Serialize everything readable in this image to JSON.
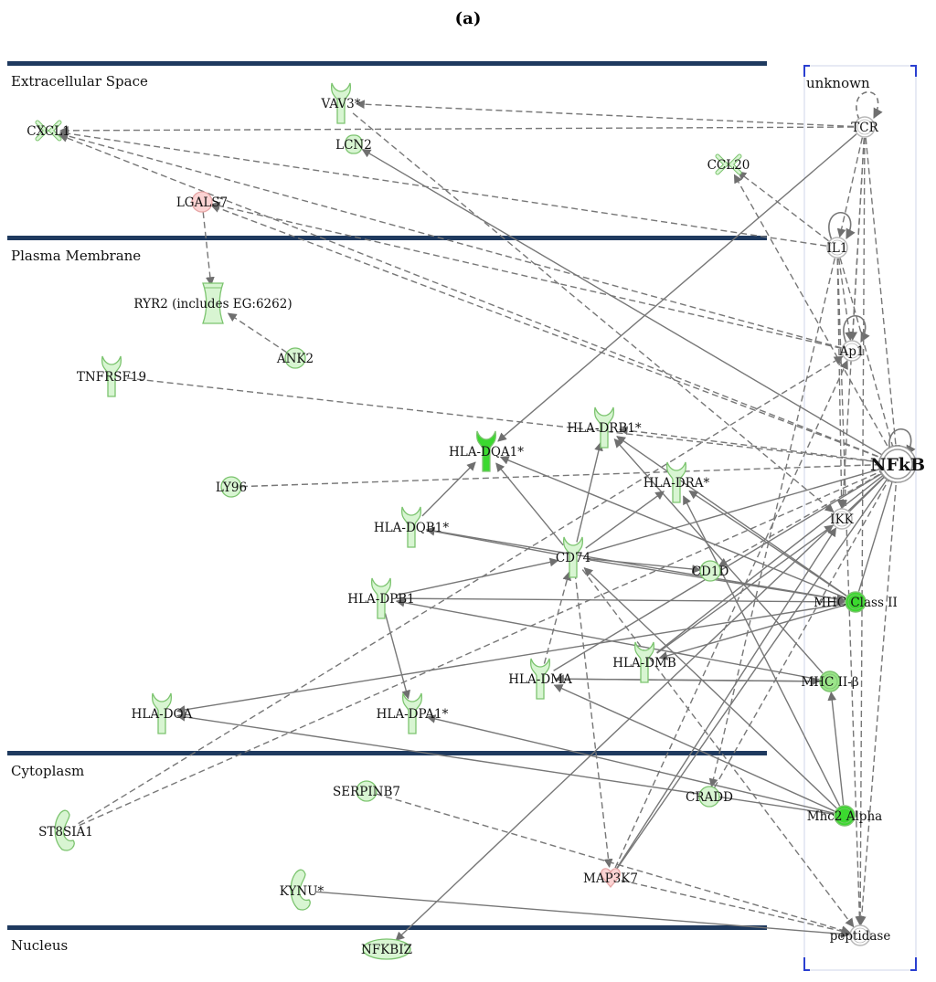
{
  "figure_label": "(a)",
  "colors": {
    "band": "#1f3a5f",
    "edge": "#777777",
    "node_pale": "#d8f5d2",
    "node_mid": "#9be58a",
    "node_strong": "#3bd92f",
    "node_red": "#fbd3d3",
    "node_empty": "#ffffff",
    "node_stroke": "#7cc46f",
    "frame": "#2a3fd0"
  },
  "compartments": [
    {
      "id": "extracellular",
      "label": "Extracellular Space"
    },
    {
      "id": "plasma",
      "label": "Plasma Membrane"
    },
    {
      "id": "cytoplasm",
      "label": "Cytoplasm"
    },
    {
      "id": "nucleus",
      "label": "Nucleus"
    }
  ],
  "unknown_label": "unknown",
  "nodes": [
    {
      "id": "VAV3",
      "label": "VAV3*",
      "shape": "receptor",
      "fill": "node_pale"
    },
    {
      "id": "CXCL1",
      "label": "CXCL1",
      "shape": "cytokine",
      "fill": "node_pale"
    },
    {
      "id": "LCN2",
      "label": "LCN2",
      "shape": "transporter",
      "fill": "node_pale"
    },
    {
      "id": "CCL20",
      "label": "CCL20",
      "shape": "cytokine",
      "fill": "node_pale"
    },
    {
      "id": "LGALS7",
      "label": "LGALS7",
      "shape": "circle",
      "fill": "node_red"
    },
    {
      "id": "TCR",
      "label": "TCR",
      "shape": "complex",
      "fill": "node_empty"
    },
    {
      "id": "IL1",
      "label": "IL1",
      "shape": "complex",
      "fill": "node_empty"
    },
    {
      "id": "RYR2",
      "label": "RYR2 (includes EG:6262)",
      "shape": "channel",
      "fill": "node_pale"
    },
    {
      "id": "ANK2",
      "label": "ANK2",
      "shape": "circle",
      "fill": "node_pale"
    },
    {
      "id": "AP1",
      "label": "Ap1",
      "shape": "complex",
      "fill": "node_empty"
    },
    {
      "id": "TNFRSF19",
      "label": "TNFRSF19",
      "shape": "receptor",
      "fill": "node_pale"
    },
    {
      "id": "HLA_DRB1",
      "label": "HLA-DRB1*",
      "shape": "receptor",
      "fill": "node_pale"
    },
    {
      "id": "HLA_DQA1",
      "label": "HLA-DQA1*",
      "shape": "receptor",
      "fill": "node_strong"
    },
    {
      "id": "NFKB",
      "label": "NFkB",
      "shape": "complex",
      "fill": "node_empty"
    },
    {
      "id": "HLA_DRA",
      "label": "HLA-DRA*",
      "shape": "receptor",
      "fill": "node_pale"
    },
    {
      "id": "LY96",
      "label": "LY96",
      "shape": "circle",
      "fill": "node_pale"
    },
    {
      "id": "IKK",
      "label": "IKK",
      "shape": "complex",
      "fill": "node_empty"
    },
    {
      "id": "HLA_DQB1",
      "label": "HLA-DQB1*",
      "shape": "receptor",
      "fill": "node_pale"
    },
    {
      "id": "CD74",
      "label": "CD74",
      "shape": "receptor",
      "fill": "node_pale"
    },
    {
      "id": "CD1D",
      "label": "CD1D",
      "shape": "circle",
      "fill": "node_pale"
    },
    {
      "id": "HLA_DPB1",
      "label": "HLA-DPB1",
      "shape": "receptor",
      "fill": "node_pale"
    },
    {
      "id": "MHC2",
      "label": "MHC Class II",
      "shape": "complex",
      "fill": "node_strong"
    },
    {
      "id": "HLA_DMB",
      "label": "HLA-DMB",
      "shape": "receptor",
      "fill": "node_pale"
    },
    {
      "id": "HLA_DMA",
      "label": "HLA-DMA",
      "shape": "receptor",
      "fill": "node_pale"
    },
    {
      "id": "MHCIIB",
      "label": "MHC II-β",
      "shape": "complex",
      "fill": "node_mid"
    },
    {
      "id": "HLA_DOA",
      "label": "HLA-DOA",
      "shape": "receptor",
      "fill": "node_pale"
    },
    {
      "id": "HLA_DPA1",
      "label": "HLA-DPA1*",
      "shape": "receptor",
      "fill": "node_pale"
    },
    {
      "id": "SERPINB7",
      "label": "SERPINB7",
      "shape": "circle",
      "fill": "node_pale"
    },
    {
      "id": "CRADD",
      "label": "CRADD",
      "shape": "circle",
      "fill": "node_pale"
    },
    {
      "id": "MHC2A",
      "label": "Mhc2 Alpha",
      "shape": "complex",
      "fill": "node_strong"
    },
    {
      "id": "ST8SIA1",
      "label": "ST8SIA1",
      "shape": "enzyme",
      "fill": "node_pale"
    },
    {
      "id": "MAP3K7",
      "label": "MAP3K7",
      "shape": "kinase",
      "fill": "node_red"
    },
    {
      "id": "KYNU",
      "label": "KYNU*",
      "shape": "enzyme",
      "fill": "node_pale"
    },
    {
      "id": "PEPTIDASE",
      "label": "peptidase",
      "shape": "complex",
      "fill": "node_empty"
    },
    {
      "id": "NFKBIZ",
      "label": "NFKBIZ",
      "shape": "tf",
      "fill": "node_pale"
    }
  ],
  "edges": [
    {
      "from": "TCR",
      "to": "VAV3",
      "style": "dashed"
    },
    {
      "from": "TCR",
      "to": "TCR",
      "style": "dashed",
      "self": true
    },
    {
      "from": "IL1",
      "to": "IL1",
      "style": "solid",
      "self": true
    },
    {
      "from": "NFKB",
      "to": "NFKB",
      "style": "solid",
      "self": true
    },
    {
      "from": "AP1",
      "to": "AP1",
      "style": "solid",
      "self": true
    },
    {
      "from": "TCR",
      "to": "CXCL1",
      "style": "dashed"
    },
    {
      "from": "IL1",
      "to": "CXCL1",
      "style": "dashed"
    },
    {
      "from": "NFKB",
      "to": "CXCL1",
      "style": "dashed"
    },
    {
      "from": "AP1",
      "to": "CXCL1",
      "style": "dashed"
    },
    {
      "from": "NFKB",
      "to": "LCN2",
      "style": "solid"
    },
    {
      "from": "IL1",
      "to": "CCL20",
      "style": "dashed"
    },
    {
      "from": "NFKB",
      "to": "CCL20",
      "style": "dashed"
    },
    {
      "from": "LGALS7",
      "to": "RYR2",
      "style": "dashed"
    },
    {
      "from": "NFKB",
      "to": "LGALS7",
      "style": "dashed"
    },
    {
      "from": "AP1",
      "to": "LGALS7",
      "style": "dashed"
    },
    {
      "from": "VAV3",
      "to": "IKK",
      "style": "dashed"
    },
    {
      "from": "ANK2",
      "to": "RYR2",
      "style": "dashed"
    },
    {
      "from": "TNFRSF19",
      "to": "NFKB",
      "style": "dashed"
    },
    {
      "from": "LY96",
      "to": "NFKB",
      "style": "dashed"
    },
    {
      "from": "TCR",
      "to": "AP1",
      "style": "dashed"
    },
    {
      "from": "TCR",
      "to": "IL1",
      "style": "dashed"
    },
    {
      "from": "TCR",
      "to": "NFKB",
      "style": "dashed"
    },
    {
      "from": "TCR",
      "to": "IKK",
      "style": "dashed"
    },
    {
      "from": "TCR",
      "to": "PEPTIDASE",
      "style": "dashed"
    },
    {
      "from": "IL1",
      "to": "AP1",
      "style": "dashed"
    },
    {
      "from": "IL1",
      "to": "NFKB",
      "style": "dashed"
    },
    {
      "from": "IL1",
      "to": "IKK",
      "style": "dashed"
    },
    {
      "from": "IL1",
      "to": "CRADD",
      "style": "dashed"
    },
    {
      "from": "IKK",
      "to": "NFKB",
      "style": "solid"
    },
    {
      "from": "NFKB",
      "to": "PEPTIDASE",
      "style": "dashed"
    },
    {
      "from": "IL1",
      "to": "PEPTIDASE",
      "style": "dashed"
    },
    {
      "from": "MHC2",
      "to": "NFKB",
      "style": "solid"
    },
    {
      "from": "MHC2",
      "to": "HLA_DRB1",
      "style": "solid"
    },
    {
      "from": "MHC2",
      "to": "HLA_DQA1",
      "style": "solid"
    },
    {
      "from": "MHC2",
      "to": "HLA_DRA",
      "style": "solid"
    },
    {
      "from": "MHC2",
      "to": "HLA_DQB1",
      "style": "solid"
    },
    {
      "from": "MHC2",
      "to": "HLA_DOA",
      "style": "solid"
    },
    {
      "from": "MHC2",
      "to": "HLA_DMB",
      "style": "solid"
    },
    {
      "from": "MHCIIB",
      "to": "HLA_DPB1",
      "style": "solid"
    },
    {
      "from": "MHCIIB",
      "to": "HLA_DRB1",
      "style": "solid"
    },
    {
      "from": "MHCIIB",
      "to": "HLA_DMA",
      "style": "solid"
    },
    {
      "from": "MHC2A",
      "to": "HLA_DOA",
      "style": "solid"
    },
    {
      "from": "MHC2A",
      "to": "HLA_DMA",
      "style": "solid"
    },
    {
      "from": "MHC2A",
      "to": "HLA_DRA",
      "style": "solid"
    },
    {
      "from": "MHC2A",
      "to": "HLA_DPA1",
      "style": "solid"
    },
    {
      "from": "MHC2A",
      "to": "CD74",
      "style": "solid"
    },
    {
      "from": "MHC2A",
      "to": "MHCIIB",
      "style": "solid"
    },
    {
      "from": "CD74",
      "to": "HLA_DQA1",
      "style": "solid"
    },
    {
      "from": "CD74",
      "to": "HLA_DRB1",
      "style": "solid"
    },
    {
      "from": "CD74",
      "to": "HLA_DRA",
      "style": "solid"
    },
    {
      "from": "CD74",
      "to": "HLA_DQB1",
      "style": "solid"
    },
    {
      "from": "CD74",
      "to": "CD1D",
      "style": "solid"
    },
    {
      "from": "CD74",
      "to": "MHC2",
      "style": "solid"
    },
    {
      "from": "CD74",
      "to": "NFKB",
      "style": "solid"
    },
    {
      "from": "CD74",
      "to": "MAP3K7",
      "style": "dashed"
    },
    {
      "from": "CD74",
      "to": "PEPTIDASE",
      "style": "dashed"
    },
    {
      "from": "HLA_DMA",
      "to": "CD74",
      "style": "dashed"
    },
    {
      "from": "HLA_DPB1",
      "to": "HLA_DPA1",
      "style": "solid"
    },
    {
      "from": "HLA_DPB1",
      "to": "MHC2",
      "style": "solid"
    },
    {
      "from": "HLA_DPB1",
      "to": "CD74",
      "style": "solid"
    },
    {
      "from": "HLA_DQB1",
      "to": "HLA_DQA1",
      "style": "solid"
    },
    {
      "from": "HLA_DMB",
      "to": "IKK",
      "style": "solid"
    },
    {
      "from": "HLA_DMB",
      "to": "NFKB",
      "style": "solid"
    },
    {
      "from": "HLA_DMA",
      "to": "NFKB",
      "style": "solid"
    },
    {
      "from": "HLA_DMA",
      "to": "MHCIIB",
      "style": "solid"
    },
    {
      "from": "MAP3K7",
      "to": "IKK",
      "style": "solid"
    },
    {
      "from": "MAP3K7",
      "to": "NFKB",
      "style": "solid"
    },
    {
      "from": "MAP3K7",
      "to": "AP1",
      "style": "dashed"
    },
    {
      "from": "MAP3K7",
      "to": "PEPTIDASE",
      "style": "dashed"
    },
    {
      "from": "SERPINB7",
      "to": "PEPTIDASE",
      "style": "dashed"
    },
    {
      "from": "KYNU",
      "to": "PEPTIDASE",
      "style": "solid"
    },
    {
      "from": "ST8SIA1",
      "to": "AP1",
      "style": "dashed"
    },
    {
      "from": "ST8SIA1",
      "to": "NFKB",
      "style": "dashed"
    },
    {
      "from": "NFKB",
      "to": "NFKBIZ",
      "style": "solid"
    },
    {
      "from": "TCR",
      "to": "HLA_DQA1",
      "style": "solid"
    },
    {
      "from": "CRADD",
      "to": "NFKB",
      "style": "dashed"
    },
    {
      "from": "NFKB",
      "to": "HLA_DRB1",
      "style": "dashed"
    },
    {
      "from": "NFKB",
      "to": "CD1D",
      "style": "dashed"
    }
  ]
}
